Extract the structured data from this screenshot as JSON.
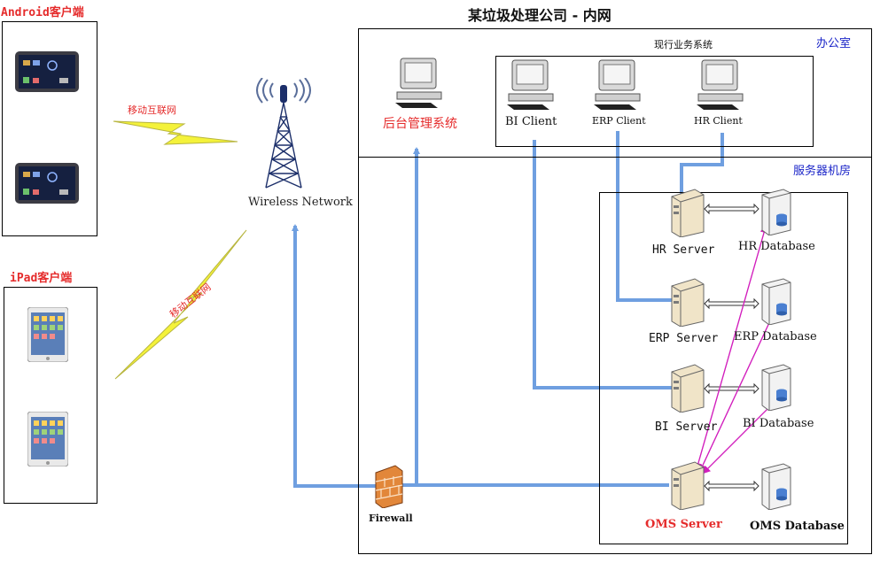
{
  "title": "某垃圾处理公司 - 内网",
  "clients": {
    "android": {
      "title": "Android客户端",
      "device_count": 2
    },
    "ipad": {
      "title": "iPad客户端",
      "device_count": 2
    }
  },
  "network": {
    "mobile_internet_label_1": "移动互联网",
    "mobile_internet_label_2": "移动互联网",
    "tower_label": "Wireless Network"
  },
  "office": {
    "region_label": "办公室",
    "admin_system_label": "后台管理系统",
    "existing_systems": {
      "title": "现行业务系统",
      "clients": [
        "BI Client",
        "ERP Client",
        "HR Client"
      ]
    }
  },
  "server_room": {
    "region_label": "服务器机房",
    "servers": [
      "HR Server",
      "ERP Server",
      "BI Server",
      "OMS Server"
    ],
    "databases": [
      "HR Database",
      "ERP Database",
      "BI Database",
      "OMS Database"
    ]
  },
  "firewall": {
    "label": "Firewall"
  },
  "colors": {
    "red": "#e52b2b",
    "blue_text": "#1b25c8",
    "connector_blue": "#6f9fe0",
    "magenta": "#d21fbd",
    "lightning_yellow": "#f4f23a"
  }
}
